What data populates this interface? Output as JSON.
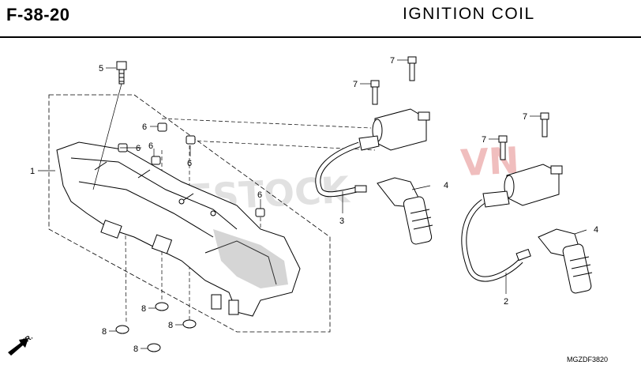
{
  "header": {
    "code": "F-38-20",
    "title": "IGNITION  COIL"
  },
  "callouts": {
    "c1": "1",
    "c2": "2",
    "c3": "3",
    "c4a": "4",
    "c4b": "4",
    "c5": "5",
    "c6a": "6",
    "c6b": "6",
    "c6c": "6",
    "c6d": "6",
    "c6e": "6",
    "c7a": "7",
    "c7b": "7",
    "c7c": "7",
    "c7d": "7",
    "c8a": "8",
    "c8b": "8",
    "c8c": "8",
    "c8d": "8"
  },
  "direction_label": "FR.",
  "reference_code": "MGZDF3820",
  "watermark": "BIKESTOCKVN",
  "colors": {
    "line": "#000000",
    "watermark_gray": "#c9c9c9",
    "watermark_red": "#e07070"
  }
}
